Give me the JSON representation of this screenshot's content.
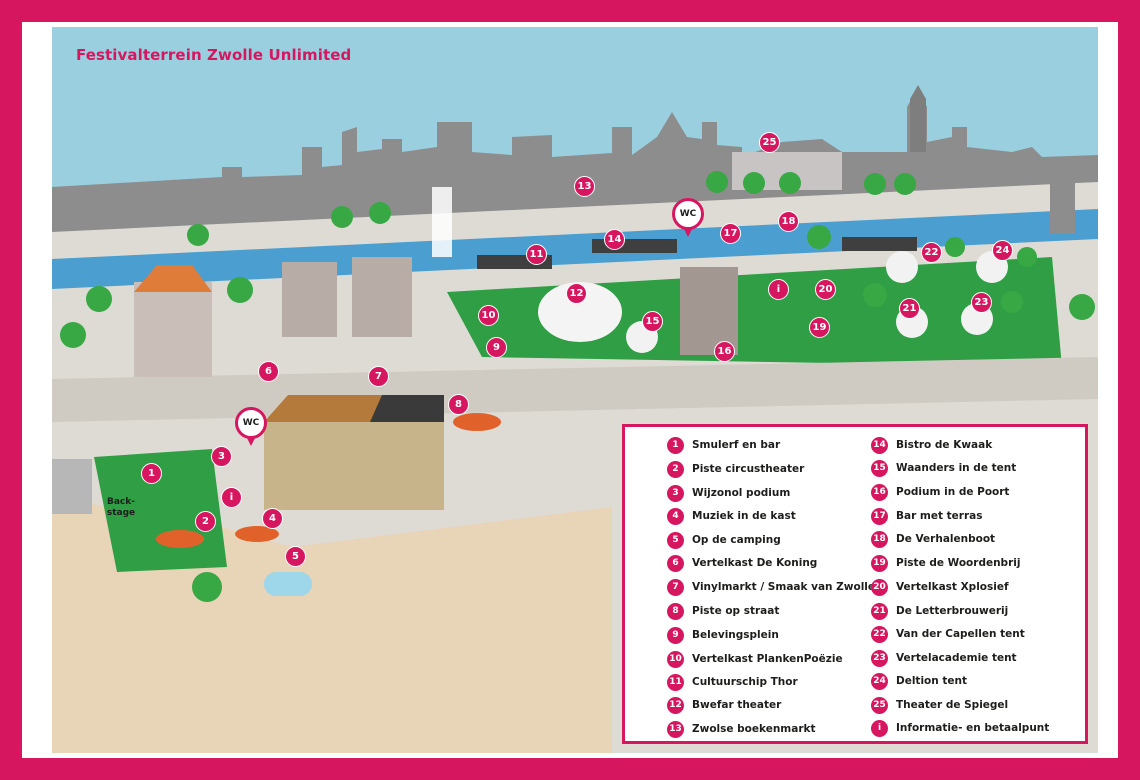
{
  "map": {
    "title": "Festivalterrein Zwolle Unlimited",
    "backstage_label": "Back-\nstage",
    "wc_label": "WC",
    "info_symbol": "i",
    "colors": {
      "frame": "#d6175f",
      "sky": "#9acfe0",
      "skyline": "#8d8d8d",
      "river": "#4a9fd0",
      "road": "#dedbd4",
      "grass": "#2f9e45",
      "ground": "#e8d4b6"
    },
    "markers": [
      {
        "n": "1"
      },
      {
        "n": "2"
      },
      {
        "n": "3"
      },
      {
        "n": "4"
      },
      {
        "n": "5"
      },
      {
        "n": "6"
      },
      {
        "n": "7"
      },
      {
        "n": "8"
      },
      {
        "n": "9"
      },
      {
        "n": "10"
      },
      {
        "n": "11"
      },
      {
        "n": "12"
      },
      {
        "n": "13"
      },
      {
        "n": "14"
      },
      {
        "n": "15"
      },
      {
        "n": "16"
      },
      {
        "n": "17"
      },
      {
        "n": "18"
      },
      {
        "n": "19"
      },
      {
        "n": "20"
      },
      {
        "n": "21"
      },
      {
        "n": "22"
      },
      {
        "n": "23"
      },
      {
        "n": "24"
      },
      {
        "n": "25"
      }
    ],
    "legend": [
      {
        "n": "1",
        "label": "Smulerf en bar"
      },
      {
        "n": "2",
        "label": "Piste circustheater"
      },
      {
        "n": "3",
        "label": "Wijzonol podium"
      },
      {
        "n": "4",
        "label": "Muziek in de kast"
      },
      {
        "n": "5",
        "label": "Op de camping"
      },
      {
        "n": "6",
        "label": "Vertelkast De Koning"
      },
      {
        "n": "7",
        "label": "Vinylmarkt / Smaak van Zwolle"
      },
      {
        "n": "8",
        "label": "Piste op straat"
      },
      {
        "n": "9",
        "label": "Belevingsplein"
      },
      {
        "n": "10",
        "label": "Vertelkast PlankenPoëzie"
      },
      {
        "n": "11",
        "label": "Cultuurschip Thor"
      },
      {
        "n": "12",
        "label": "Bwefar theater"
      },
      {
        "n": "13",
        "label": "Zwolse boekenmarkt"
      },
      {
        "n": "14",
        "label": "Bistro de Kwaak"
      },
      {
        "n": "15",
        "label": "Waanders in de tent"
      },
      {
        "n": "16",
        "label": "Podium in de Poort"
      },
      {
        "n": "17",
        "label": "Bar met terras"
      },
      {
        "n": "18",
        "label": "De Verhalenboot"
      },
      {
        "n": "19",
        "label": "Piste de Woordenbrij"
      },
      {
        "n": "20",
        "label": "Vertelkast Xplosief"
      },
      {
        "n": "21",
        "label": "De Letterbrouwerij"
      },
      {
        "n": "22",
        "label": "Van der Capellen tent"
      },
      {
        "n": "23",
        "label": "Vertelacademie tent"
      },
      {
        "n": "24",
        "label": "Deltion tent"
      },
      {
        "n": "25",
        "label": "Theater de Spiegel"
      },
      {
        "n": "i",
        "label": "Informatie- en betaalpunt"
      }
    ]
  }
}
